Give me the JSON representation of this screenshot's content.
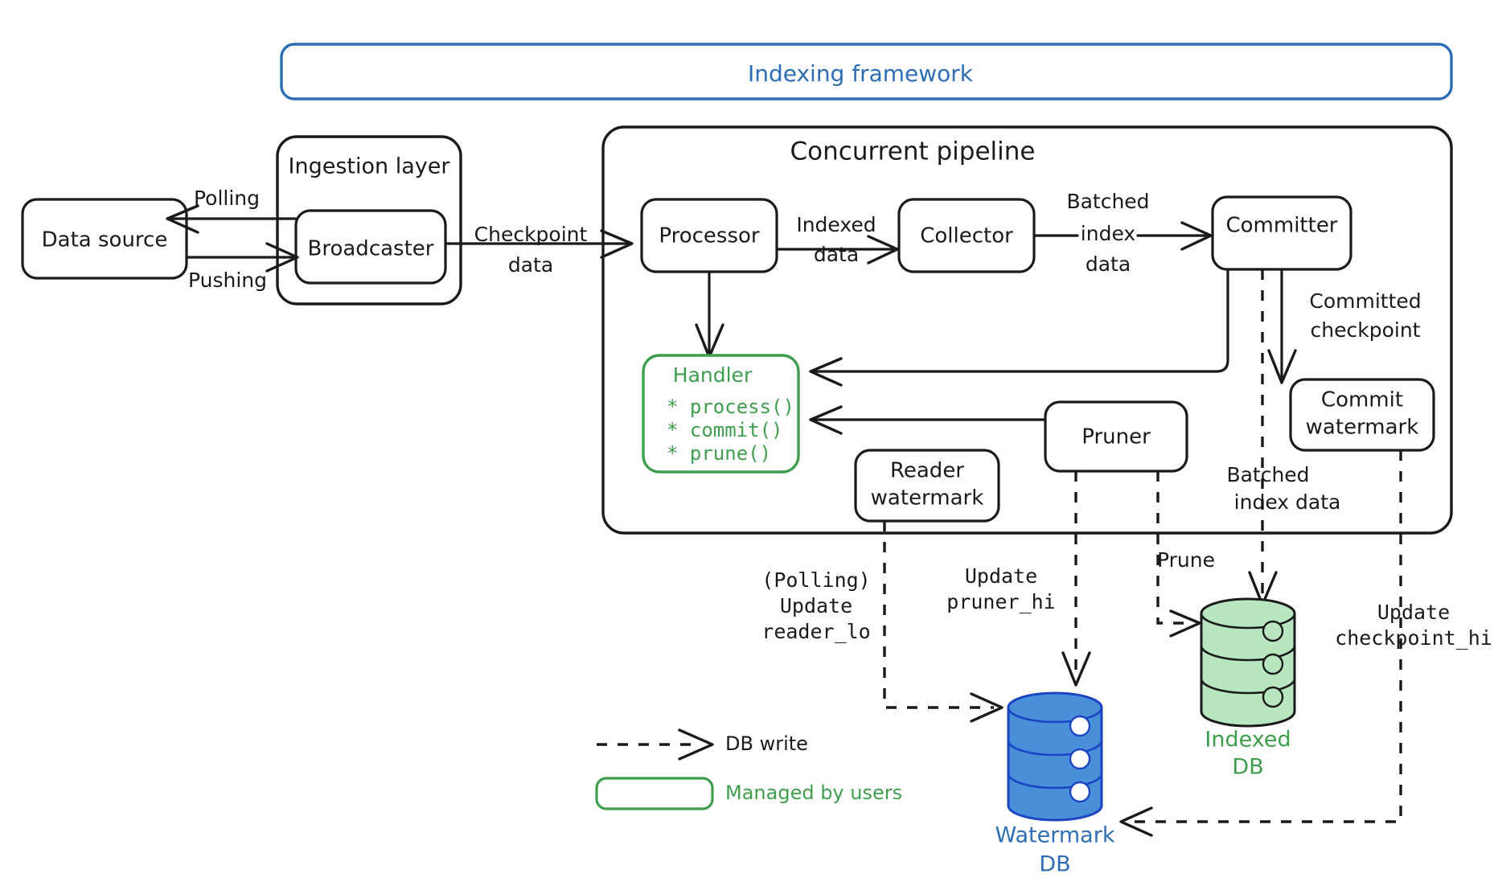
{
  "frame": {
    "title": "Indexing framework",
    "color": "#2d6db5"
  },
  "groups": {
    "ingestion": {
      "title": "Ingestion layer"
    },
    "pipeline": {
      "title": "Concurrent pipeline"
    }
  },
  "nodes": {
    "data_source": "Data source",
    "broadcaster": "Broadcaster",
    "processor": "Processor",
    "collector": "Collector",
    "committer": "Committer",
    "commit_watermark_l1": "Commit",
    "commit_watermark_l2": "watermark",
    "reader_watermark_l1": "Reader",
    "reader_watermark_l2": "watermark",
    "pruner": "Pruner"
  },
  "handler": {
    "title": "Handler",
    "methods": [
      "* process()",
      "* commit()",
      "* prune()"
    ],
    "color": "#3f9e4d"
  },
  "edge_labels": {
    "polling": "Polling",
    "pushing": "Pushing",
    "checkpoint_data_l1": "Checkpoint",
    "checkpoint_data_l2": "data",
    "indexed_data_l1": "Indexed",
    "indexed_data_l2": "data",
    "batched_index_data_l1": "Batched",
    "batched_index_data_l2": "index",
    "batched_index_data_l3": "data",
    "committed_checkpoint_l1": "Committed",
    "committed_checkpoint_l2": "checkpoint",
    "batched_index_data2_l1": "Batched",
    "batched_index_data2_l2": "index data",
    "prune": "Prune",
    "polling_update_l1": "(Polling)",
    "polling_update_l2": "Update",
    "polling_update_l3": "reader_lo",
    "update_pruner_l1": "Update",
    "update_pruner_l2": "pruner_hi",
    "update_checkpoint_l1": "Update",
    "update_checkpoint_l2": "checkpoint_hi"
  },
  "databases": {
    "indexed": {
      "label_l1": "Indexed",
      "label_l2": "DB",
      "color": "#3f9e4d",
      "fill": "#b8e6bf"
    },
    "watermark": {
      "label_l1": "Watermark",
      "label_l2": "DB",
      "color": "#2d6db5",
      "fill": "#4a90d9"
    }
  },
  "legend": {
    "db_write": "DB write",
    "managed_by_users": "Managed by users"
  }
}
